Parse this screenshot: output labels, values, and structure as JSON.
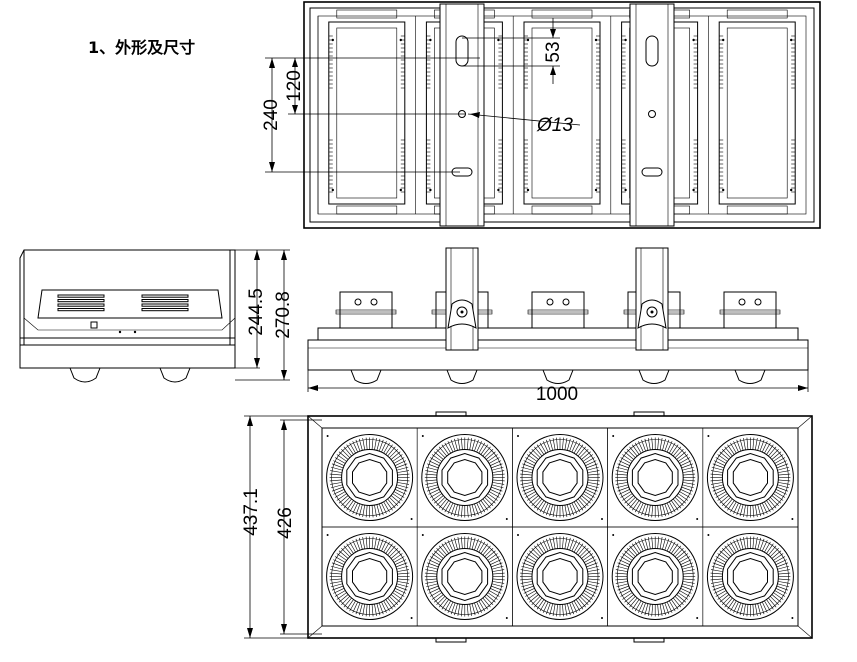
{
  "heading": "1、外形及尺寸",
  "dimensions": {
    "d53": "53",
    "d120": "120",
    "d240": "240",
    "d13": "Ø13",
    "d244_5": "244.5",
    "d270_8": "270.8",
    "d1000": "1000",
    "d437_1": "437.1",
    "d426": "426"
  },
  "layout": {
    "module_count": 5,
    "bracket_count": 2,
    "led_rows": 2,
    "led_cols": 5
  }
}
